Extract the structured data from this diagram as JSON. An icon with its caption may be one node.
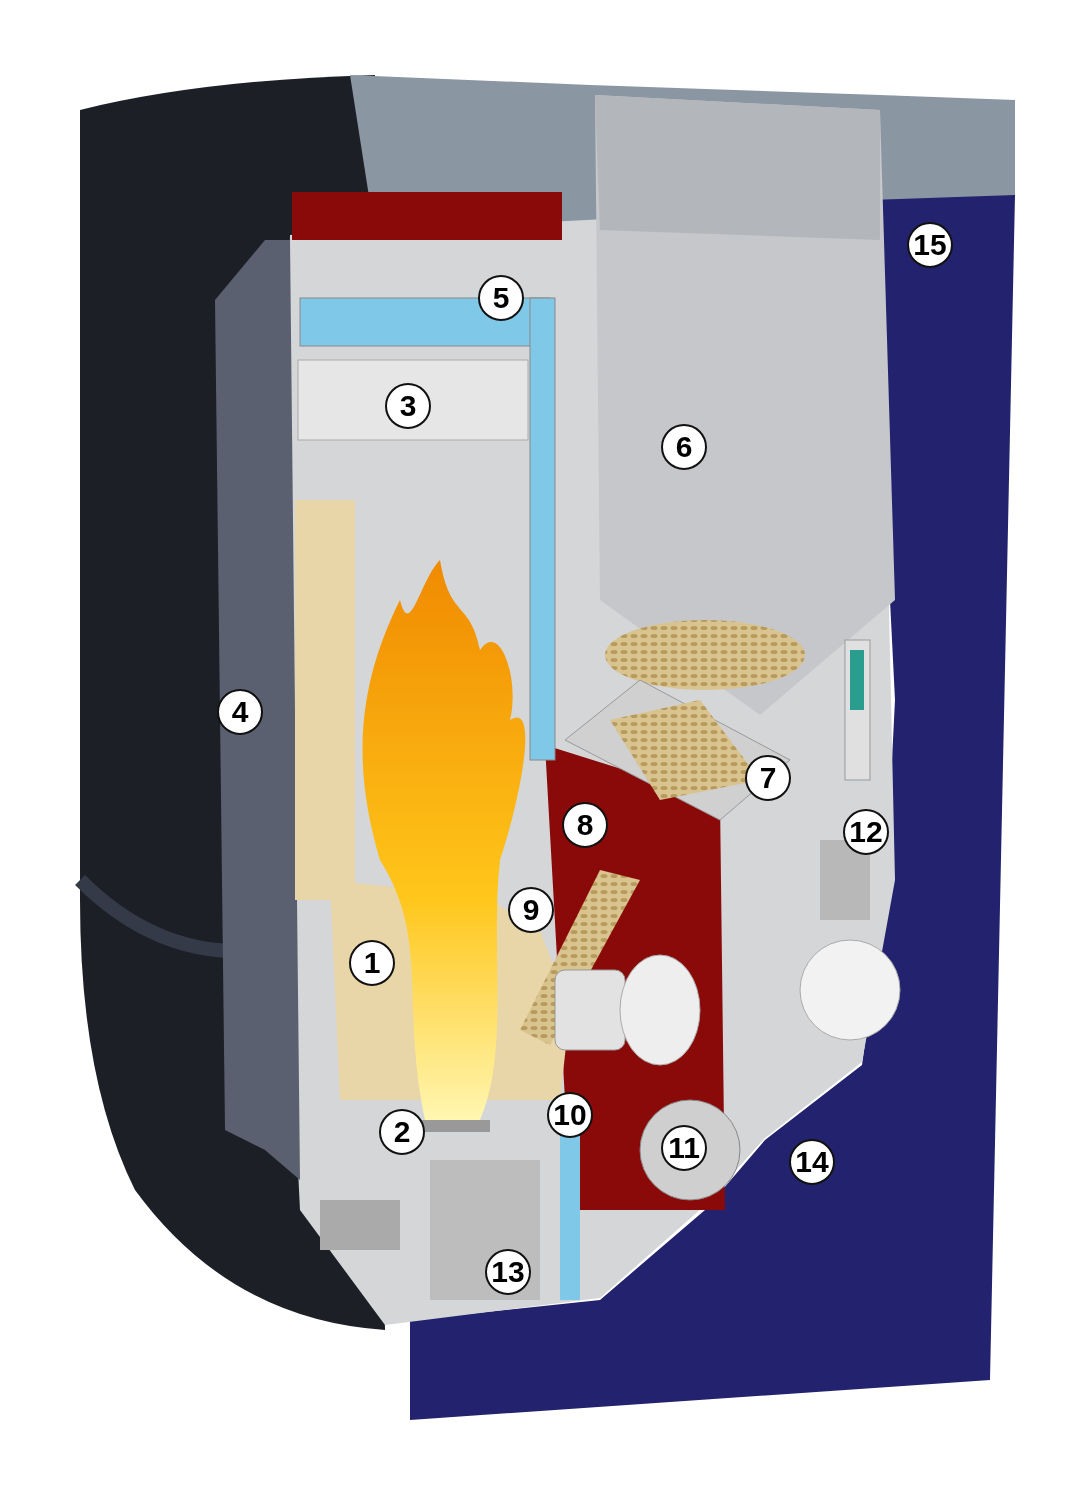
{
  "diagram": {
    "labels": [
      "15",
      "5",
      "3",
      "6",
      "4",
      "7",
      "8",
      "12",
      "9",
      "1",
      "10",
      "2",
      "11",
      "14",
      "13"
    ]
  }
}
